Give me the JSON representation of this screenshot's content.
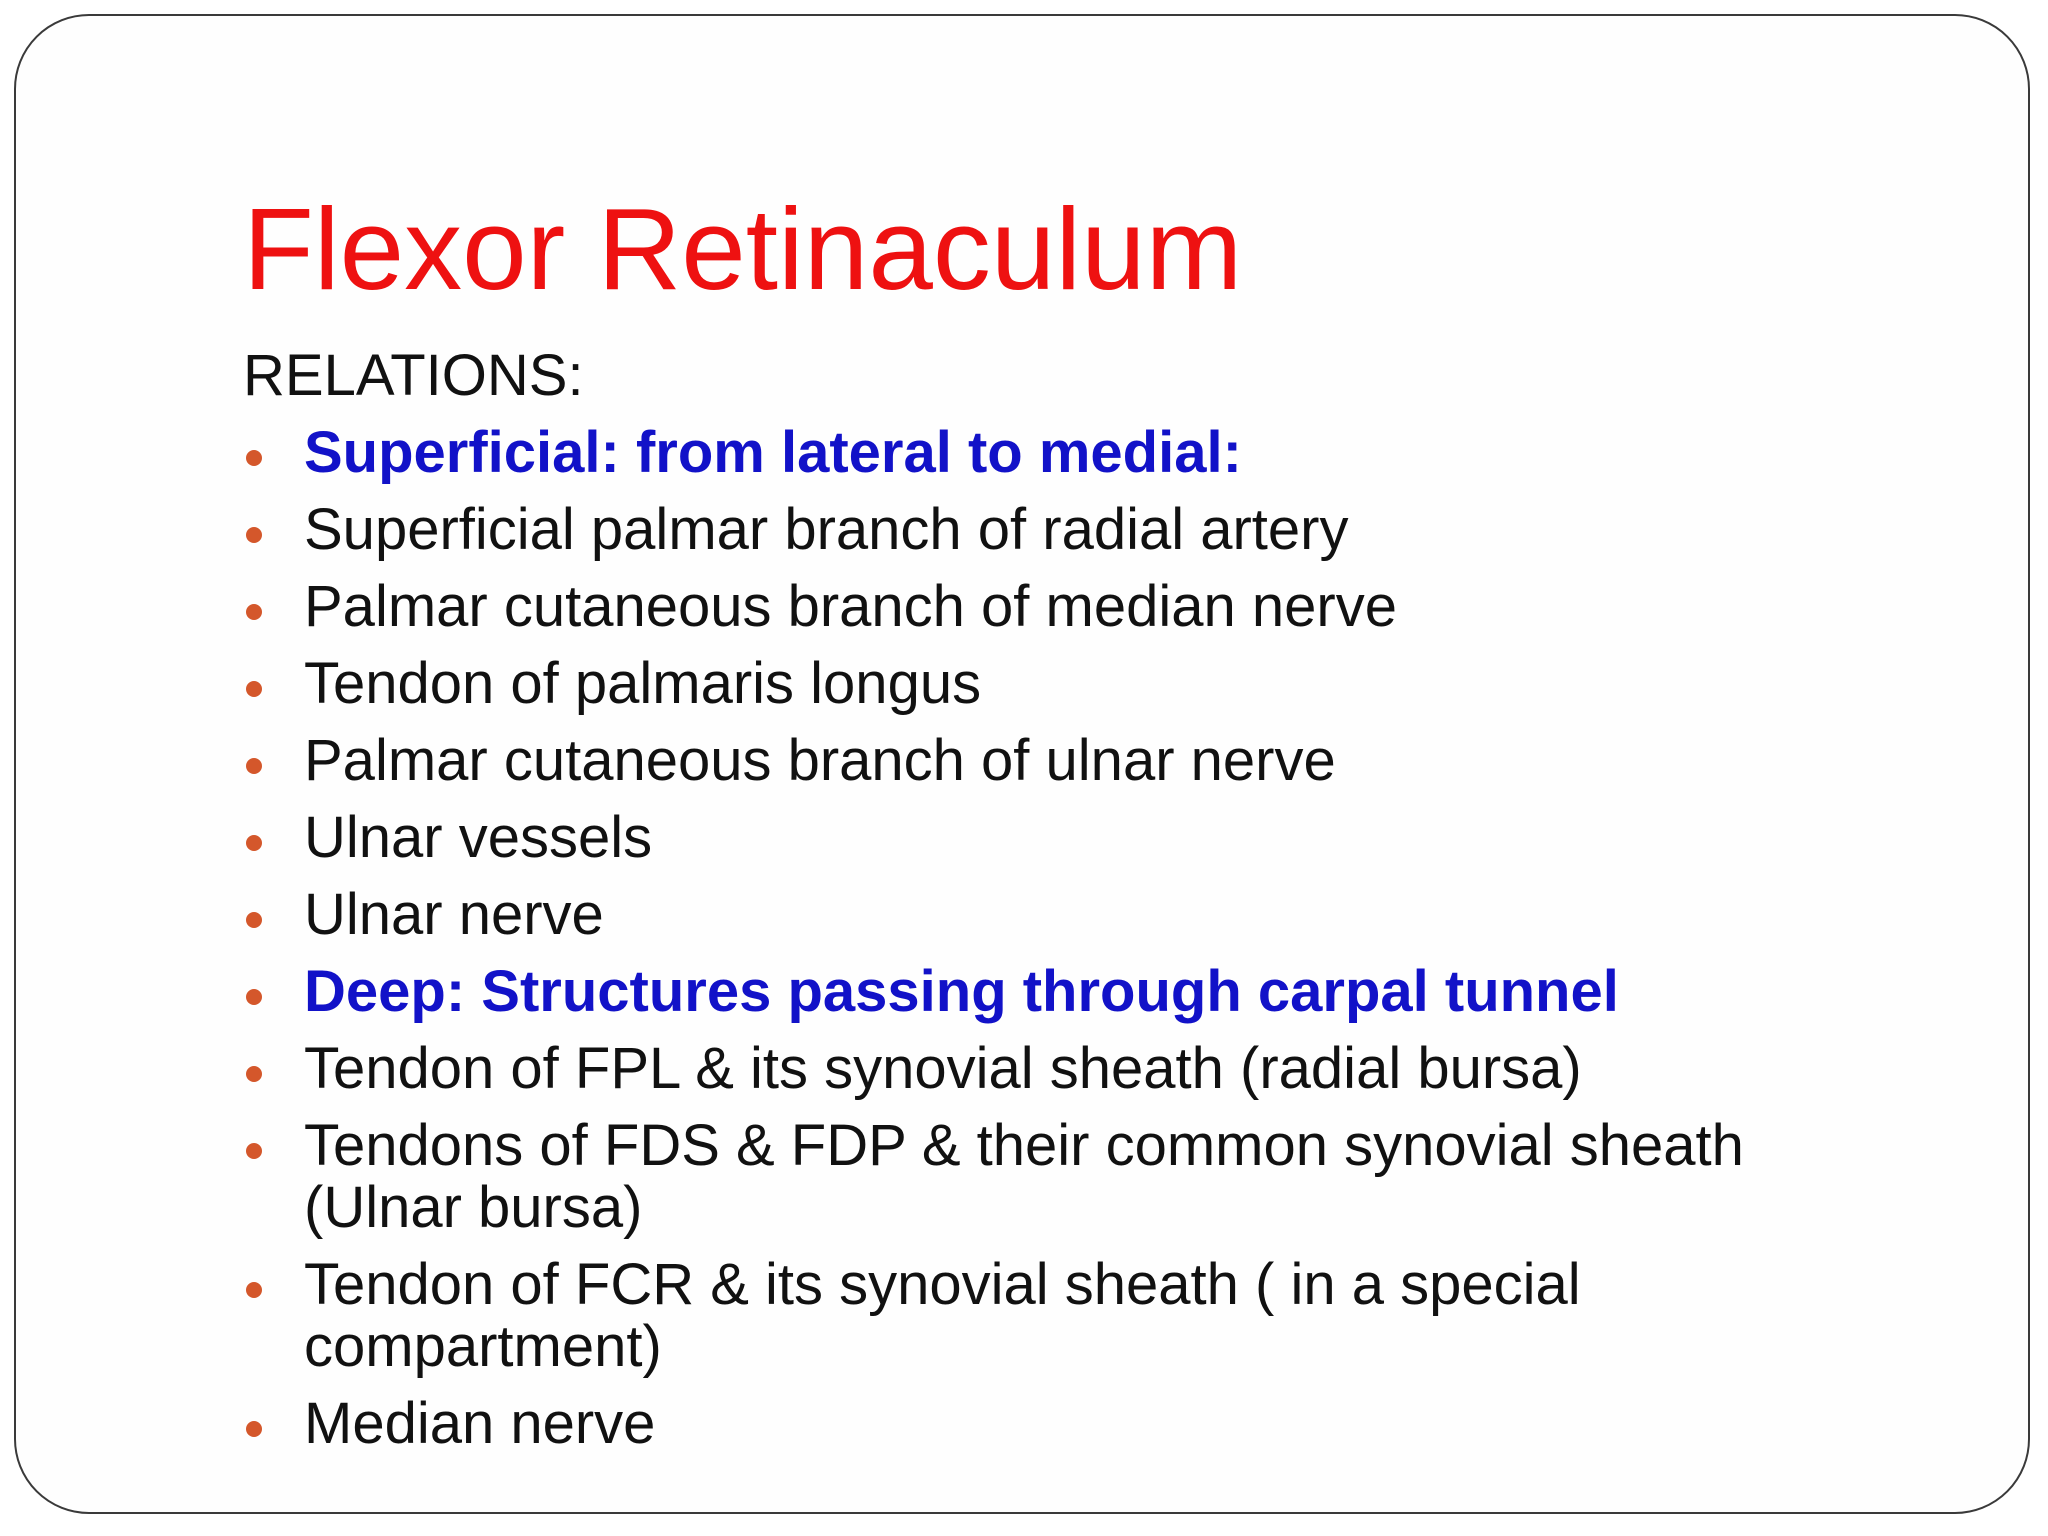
{
  "slide": {
    "title": "Flexor Retinaculum",
    "subtitle": "RELATIONS:",
    "items": [
      {
        "text": "Superficial: from lateral to medial:",
        "style": "heading"
      },
      {
        "text": "Superficial palmar branch of radial artery",
        "style": "normal"
      },
      {
        "text": "Palmar cutaneous branch of median nerve",
        "style": "normal"
      },
      {
        "text": "Tendon of palmaris longus",
        "style": "normal"
      },
      {
        "text": "Palmar cutaneous branch of ulnar nerve",
        "style": "normal"
      },
      {
        "text": "Ulnar vessels",
        "style": "normal"
      },
      {
        "text": "Ulnar nerve",
        "style": "normal"
      },
      {
        "text": "Deep: Structures passing through carpal tunnel",
        "style": "heading"
      },
      {
        "text": "Tendon of FPL & its synovial sheath (radial bursa)",
        "style": "normal"
      },
      {
        "text": "Tendons of FDS & FDP & their common synovial sheath (Ulnar bursa)",
        "style": "normal"
      },
      {
        "text": "Tendon of FCR & its synovial sheath ( in a special compartment)",
        "style": "normal"
      },
      {
        "text": "Median nerve",
        "style": "normal"
      }
    ]
  },
  "colors": {
    "title": "#ee1111",
    "heading_text": "#1212c8",
    "body_text": "#111111",
    "bullet": "#d4572b",
    "border": "#3a3a3a"
  }
}
